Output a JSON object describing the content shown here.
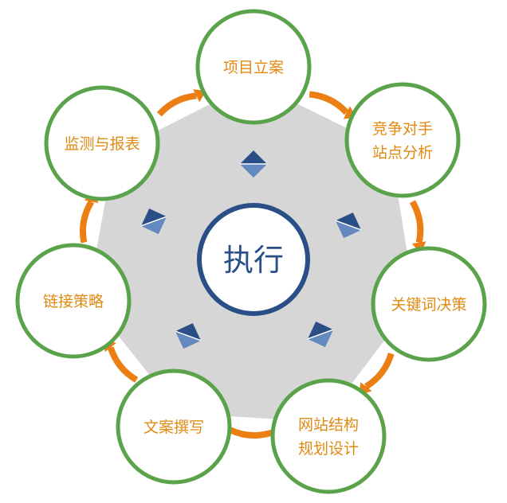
{
  "center": {
    "label": "执行"
  },
  "nodes": [
    {
      "id": "project-initiation",
      "lines": [
        "项目立案"
      ]
    },
    {
      "id": "competitor-analysis",
      "lines": [
        "竞争对手",
        "站点分析"
      ]
    },
    {
      "id": "keyword-decision",
      "lines": [
        "关键词决策"
      ]
    },
    {
      "id": "site-structure",
      "lines": [
        "网站结构",
        "规划设计"
      ]
    },
    {
      "id": "copywriting",
      "lines": [
        "文案撰写"
      ]
    },
    {
      "id": "link-strategy",
      "lines": [
        "链接策略"
      ]
    },
    {
      "id": "monitoring-reports",
      "lines": [
        "监测与报表"
      ]
    }
  ],
  "colors": {
    "node_border": "#5aa34a",
    "node_fill": "#ffffff",
    "label_text": "#e08a12",
    "arrow": "#ec7f14",
    "hub_fill": "#d6d6d6",
    "center_border": "#2a4f86",
    "center_text": "#2a4f86",
    "diamond_dark": "#2a4f86",
    "diamond_light": "#6a8fc4"
  },
  "icons": [
    "curved-arrow-icon",
    "diamond-icon"
  ]
}
